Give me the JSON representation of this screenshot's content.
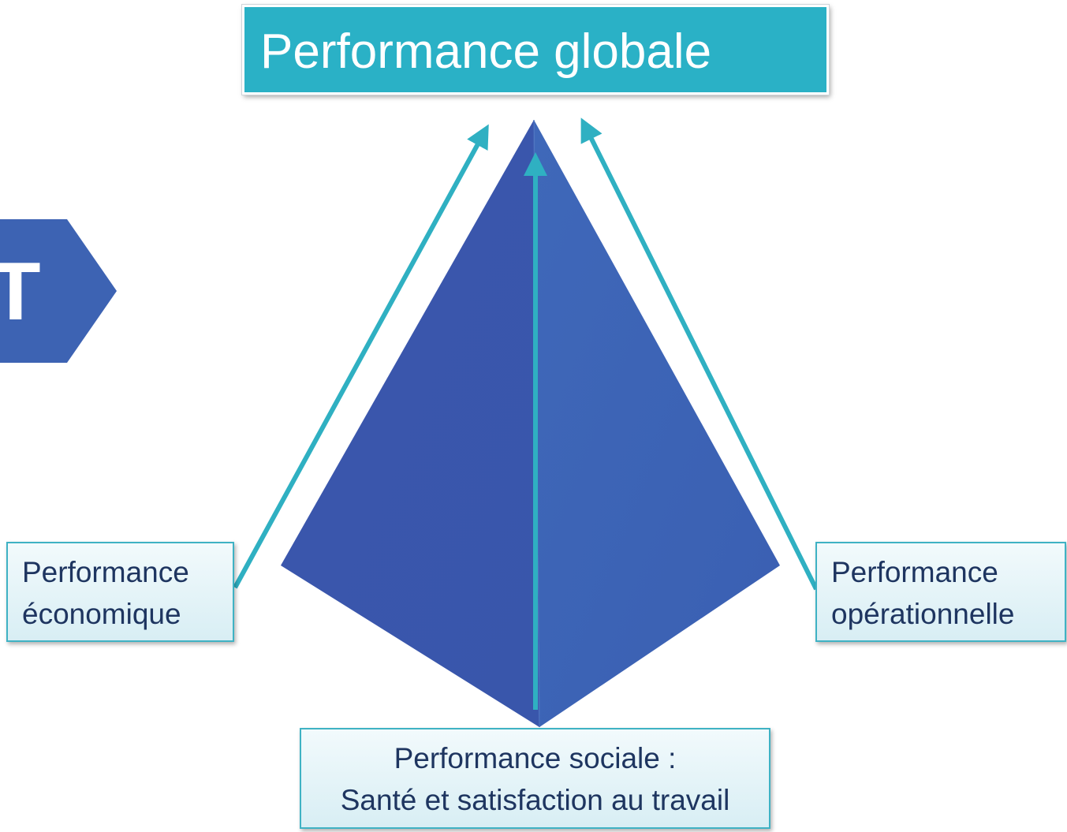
{
  "title": "Performance globale",
  "side_shape_letter": "T",
  "nodes": {
    "economique": [
      "Performance",
      "économique"
    ],
    "operationnelle": [
      "Performance",
      "opérationnelle"
    ],
    "sociale": [
      "Performance sociale :",
      "Santé et satisfaction au travail"
    ]
  },
  "colors": {
    "title_fill": "#2ab1c6",
    "pyramid_left": "#3b5bb0",
    "pyramid_right": "#3d64b6",
    "arrow": "#2fb0c2",
    "label_text": "#1e3560",
    "label_border": "#3fb2c4",
    "side_shape": "#3d63b3"
  }
}
